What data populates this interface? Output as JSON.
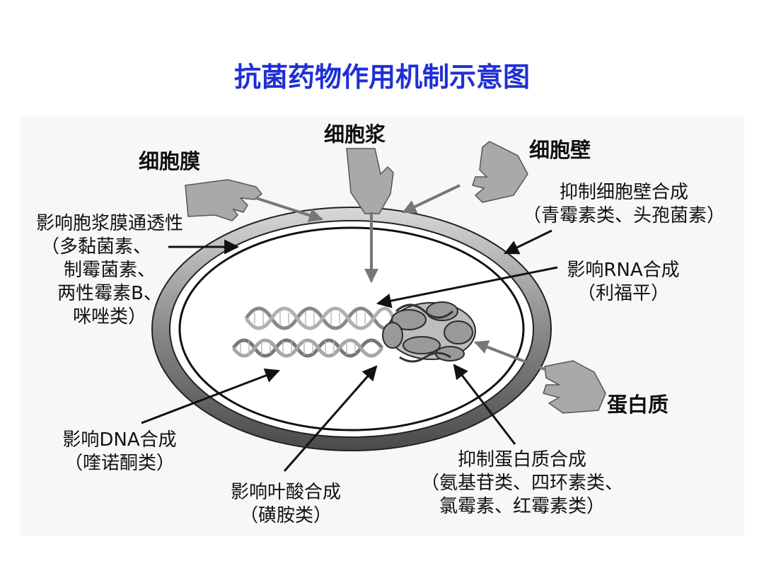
{
  "title": "抗菌药物作用机制示意图",
  "regions": {
    "membrane": "细胞膜",
    "cytoplasm": "细胞浆",
    "wall": "细胞壁",
    "protein": "蛋白质"
  },
  "mechanisms": {
    "membrane_permeability": {
      "line1": "影响胞浆膜通透性",
      "line2": "（多黏菌素、",
      "line3": "制霉菌素、",
      "line4": "两性霉素B、",
      "line5": "咪唑类）"
    },
    "wall_synthesis": {
      "line1": "抑制细胞壁合成",
      "line2": "（青霉素类、头孢菌素）"
    },
    "rna_synthesis": {
      "line1": "影响RNA合成",
      "line2": "（利福平）"
    },
    "dna_synthesis": {
      "line1": "影响DNA合成",
      "line2": "（喹诺酮类）"
    },
    "folate_synthesis": {
      "line1": "影响叶酸合成",
      "line2": "（磺胺类）"
    },
    "protein_synthesis": {
      "line1": "抑制蛋白质合成",
      "line2": "（氨基苷类、四环素类、",
      "line3": "氯霉素、红霉素类）"
    }
  }
}
